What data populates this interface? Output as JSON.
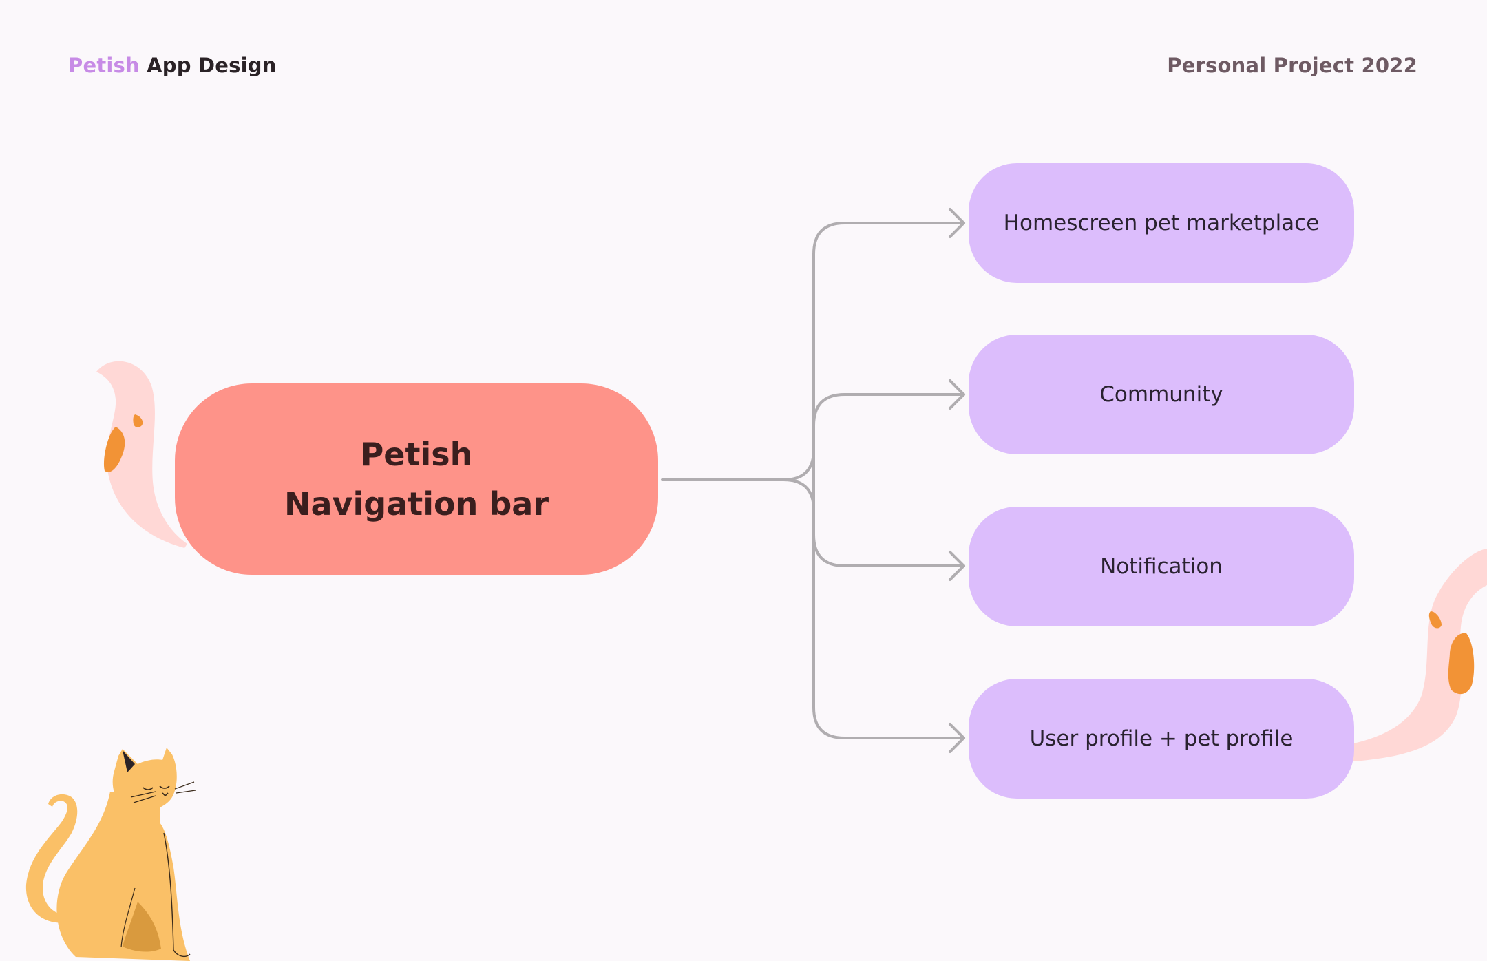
{
  "header": {
    "brand": "Petish",
    "title_rest": "App Design",
    "right_text": "Personal Project 2022"
  },
  "diagram": {
    "root": {
      "line1": "Petish",
      "line2": "Navigation bar"
    },
    "branches": [
      {
        "label": "Homescreen pet marketplace"
      },
      {
        "label": "Community"
      },
      {
        "label": "Notification"
      },
      {
        "label": "User profile + pet profile"
      }
    ]
  },
  "colors": {
    "background": "#fbf8fb",
    "root_fill": "#fe9389",
    "branch_fill": "#dcbdfc",
    "connector": "#b0adb0",
    "brand_accent": "#c78be6",
    "cat_body": "#fac067",
    "tail_pink": "#ffd8d6",
    "tail_spot": "#f29336"
  },
  "decorations": {
    "icons": [
      "cat-illustration",
      "tail-decoration-left",
      "tail-decoration-right"
    ]
  }
}
